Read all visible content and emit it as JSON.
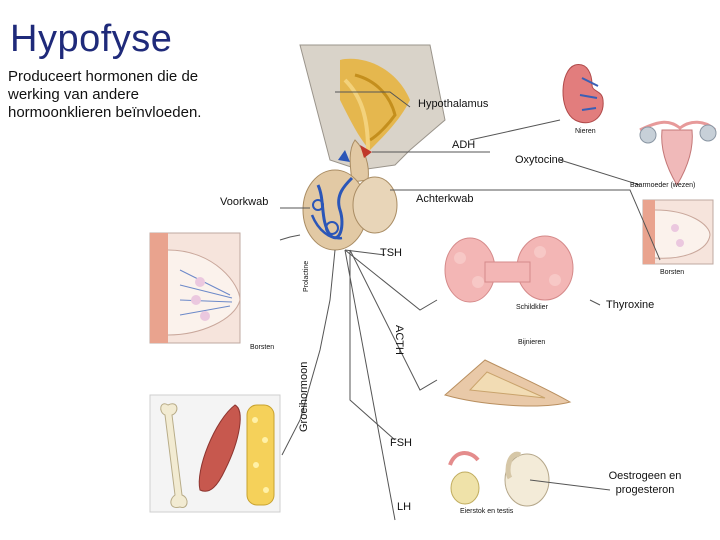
{
  "title": "Hypofyse",
  "subtitle": "Produceert hormonen die de werking van andere hormoonklieren beïnvloeden.",
  "labels": {
    "hypothalamus": "Hypothalamus",
    "nieren": "Nieren",
    "adh": "ADH",
    "oxytocine": "Oxytocine",
    "baarmoeder": "Baarmoeder (wezen)",
    "voorkwab": "Voorkwab",
    "achterkwab": "Achterkwab",
    "prolactine": "Prolactine",
    "tsh": "TSH",
    "borsten_right": "Borsten",
    "schildklier": "Schildklier",
    "thyroxine": "Thyroxine",
    "acth": "ACTH",
    "bijnieren": "Bijnieren",
    "borsten_left": "Borsten",
    "groeihormoon": "Groeihormoon",
    "fsh": "FSH",
    "lh": "LH",
    "eierstok": "Eierstok en testis",
    "oestrogeen": "Oestrogeen en progesteron"
  },
  "colors": {
    "title": "#1f2a7a",
    "gland": "#e2c9a4",
    "hypothalamus_band": "#e5b440",
    "vessels": "#2b56b8",
    "tissue": "#e9a38e"
  }
}
